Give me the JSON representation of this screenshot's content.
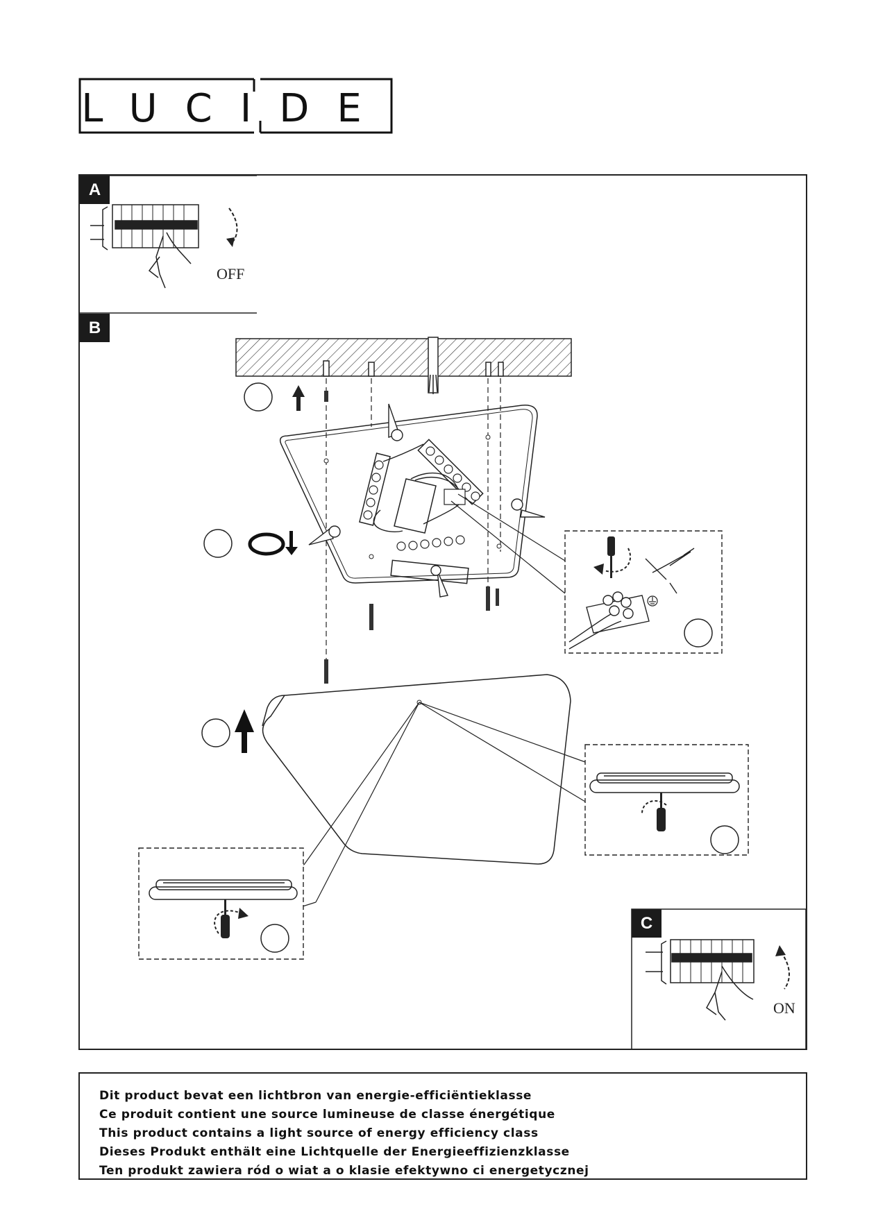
{
  "brand": {
    "name": "LUCIDE"
  },
  "panels": [
    {
      "label": "A",
      "switch_state": "OFF"
    },
    {
      "label": "B"
    },
    {
      "label": "C",
      "switch_state": "ON"
    }
  ],
  "icons": [
    "breaker-icon",
    "hand-icon",
    "rotate-arrow-icon",
    "screwdriver-icon",
    "screw-icon",
    "wall-plug-icon",
    "up-arrow-icon",
    "ground-icon"
  ],
  "energy_notice": [
    "Dit product bevat een lichtbron van energie-efficiëntieklasse",
    "Ce produit contient une source lumineuse de classe énergétique",
    "This product contains a light source of energy efficiency class",
    "Dieses Produkt enthält eine Lichtquelle der Energieeffizienzklasse",
    "Ten produkt zawiera ród o wiat a o klasie efektywno ci energetycznej"
  ]
}
